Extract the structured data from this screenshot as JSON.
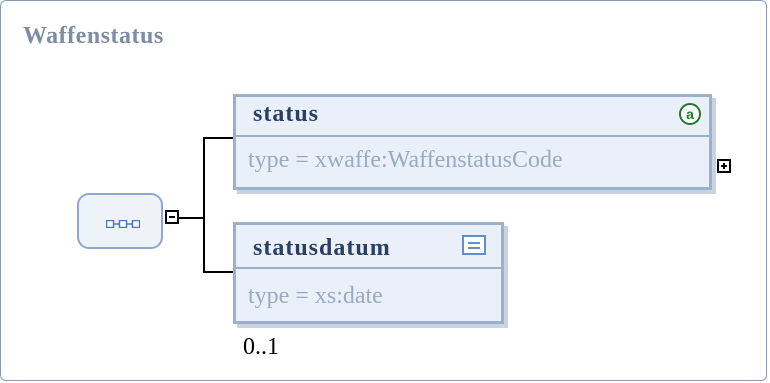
{
  "diagram": {
    "title": "Waffenstatus",
    "sequence_icon": "sequence-compositor-icon",
    "elements": [
      {
        "name": "status",
        "type_label": "type = xwaffe:WaffenstatusCode",
        "badge_icon": "attribute-icon",
        "badge_glyph": "a",
        "has_expander": true,
        "expander_state": "collapsed"
      },
      {
        "name": "statusdatum",
        "type_label": "type = xs:date",
        "badge_icon": "documentation-icon",
        "occurrence": "0..1"
      }
    ]
  }
}
